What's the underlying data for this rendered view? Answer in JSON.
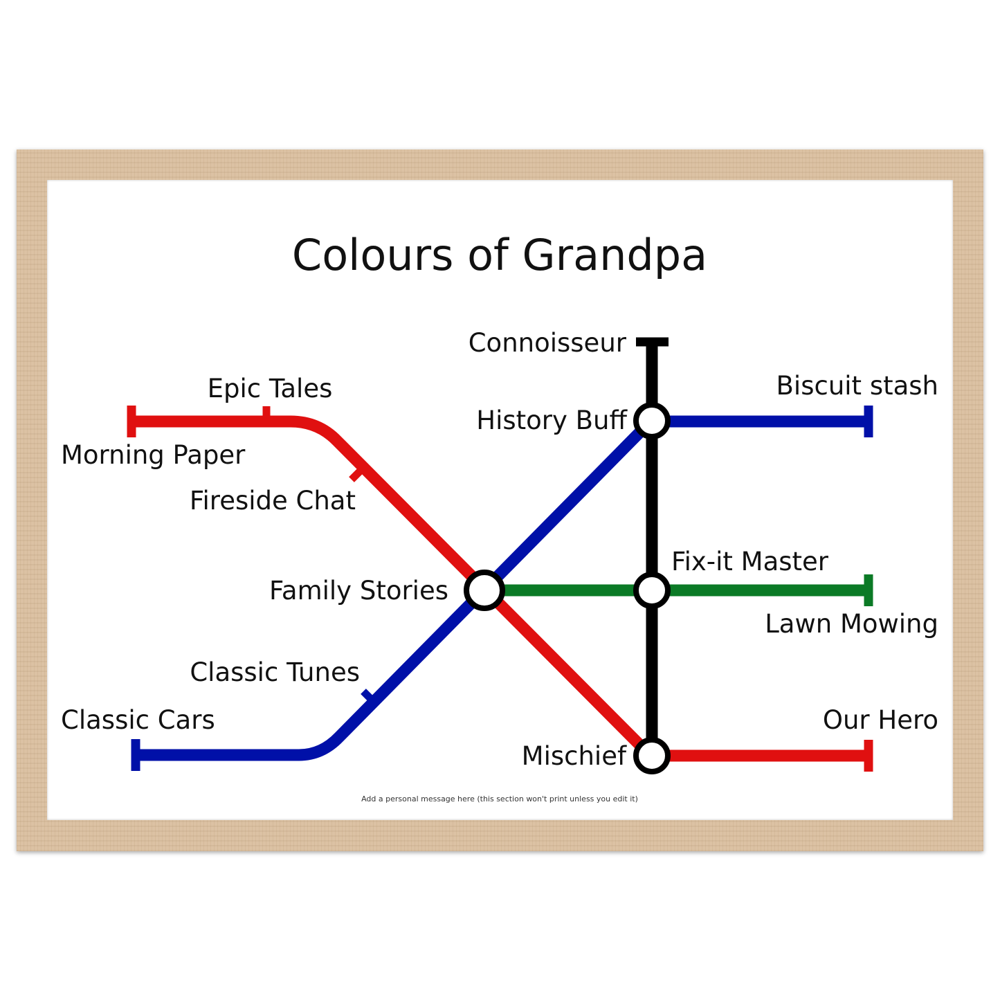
{
  "title": "Colours of Grandpa",
  "footer_note": "Add a personal message here (this section won't print unless you edit it)",
  "colors": {
    "red": "#e01010",
    "blue": "#0010a8",
    "green": "#0b7a26",
    "black": "#000000",
    "frame_wood": "#dcc2a4"
  },
  "stations": {
    "connoisseur": "Connoisseur",
    "epic_tales": "Epic Tales",
    "biscuit_stash": "Biscuit stash",
    "history_buff": "History Buff",
    "morning_paper": "Morning Paper",
    "fireside_chat": "Fireside Chat",
    "fix_it_master": "Fix-it Master",
    "family_stories": "Family Stories",
    "lawn_mowing": "Lawn Mowing",
    "classic_tunes": "Classic Tunes",
    "classic_cars": "Classic Cars",
    "our_hero": "Our Hero",
    "mischief": "Mischief"
  }
}
